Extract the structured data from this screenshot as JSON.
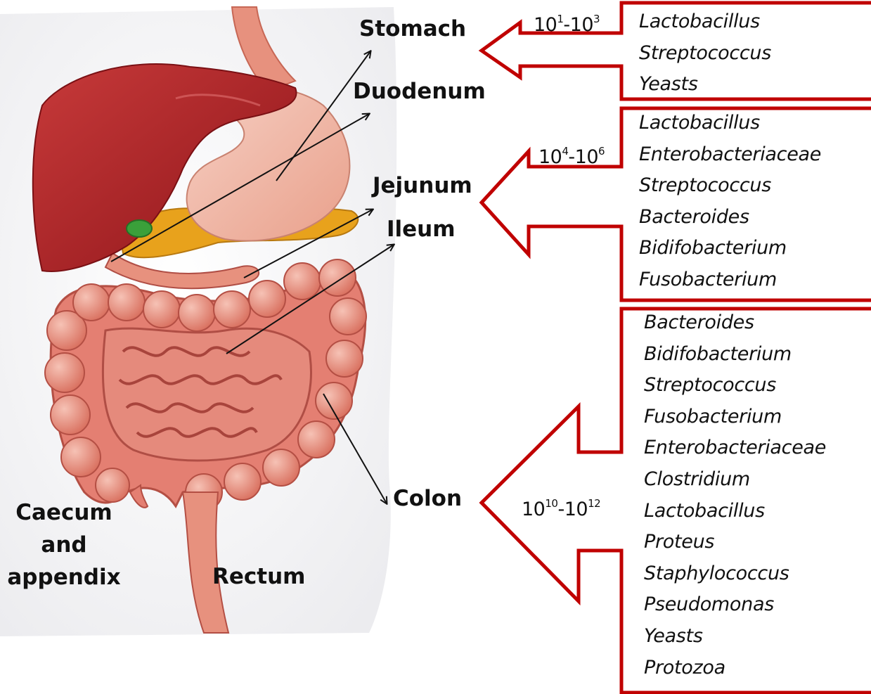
{
  "organs": {
    "stomach": "Stomach",
    "duodenum": "Duodenum",
    "jejunum": "Jejunum",
    "ileum": "Ileum",
    "colon": "Colon",
    "caecum_line1": "Caecum",
    "caecum_line2": "and",
    "caecum_line3": "appendix",
    "rectum": "Rectum"
  },
  "counts": {
    "stomach": {
      "base1": "10",
      "exp1": "1",
      "sep": "-",
      "base2": "10",
      "exp2": "3"
    },
    "small_intestine": {
      "base1": "10",
      "exp1": "4",
      "sep": "-",
      "base2": "10",
      "exp2": "6"
    },
    "colon": {
      "base1": "10",
      "exp1": "10",
      "sep": "-",
      "base2": "10",
      "exp2": "12"
    }
  },
  "stomach_flora": [
    "Lactobacillus",
    "Streptococcus",
    "Yeasts"
  ],
  "small_intestine_flora": [
    "Lactobacillus",
    "Enterobacteriaceae",
    "Streptococcus",
    "Bacteroides",
    "Bidifobacterium",
    "Fusobacterium"
  ],
  "colon_flora": [
    "Bacteroides",
    "Bidifobacterium",
    "Streptococcus",
    "Fusobacterium",
    "Enterobacteriaceae",
    "Clostridium",
    "Lactobacillus",
    "Proteus",
    "Staphylococcus",
    "Pseudomonas",
    "Yeasts",
    "Protozoa"
  ],
  "colors": {
    "arrow_outline": "#c00000",
    "pointer": "#111111",
    "liver": "#b5252a",
    "stomach": "#f2b8a6",
    "intestine": "#e58a7c",
    "pancreas": "#e8a21c",
    "gallbladder": "#3aa03a"
  }
}
